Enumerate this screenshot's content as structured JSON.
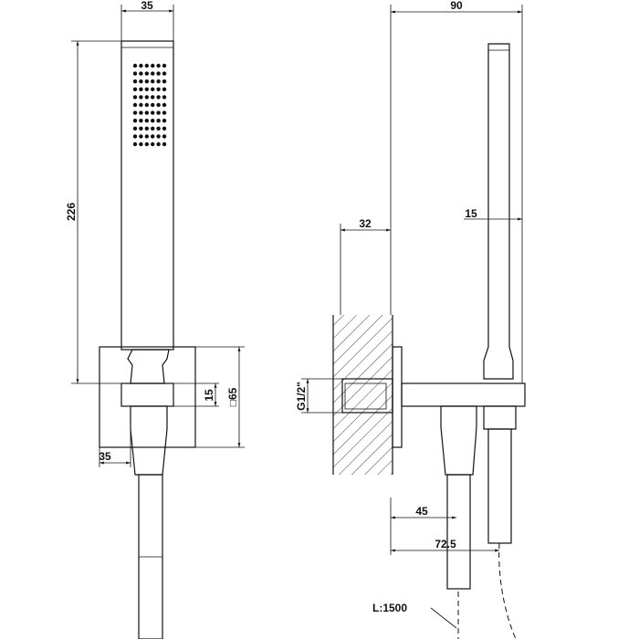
{
  "dimensions": {
    "front_width": "35",
    "front_height": "226",
    "bracket_offset": "15",
    "bracket_size": "□65",
    "bracket_bottom_width": "35",
    "side_projection": "90",
    "wall_depth": "32",
    "side_handle_offset": "15",
    "thread": "G1/2\"",
    "outlet_distance": "45",
    "hose_distance": "72.5",
    "hose_length": "L:1500"
  }
}
